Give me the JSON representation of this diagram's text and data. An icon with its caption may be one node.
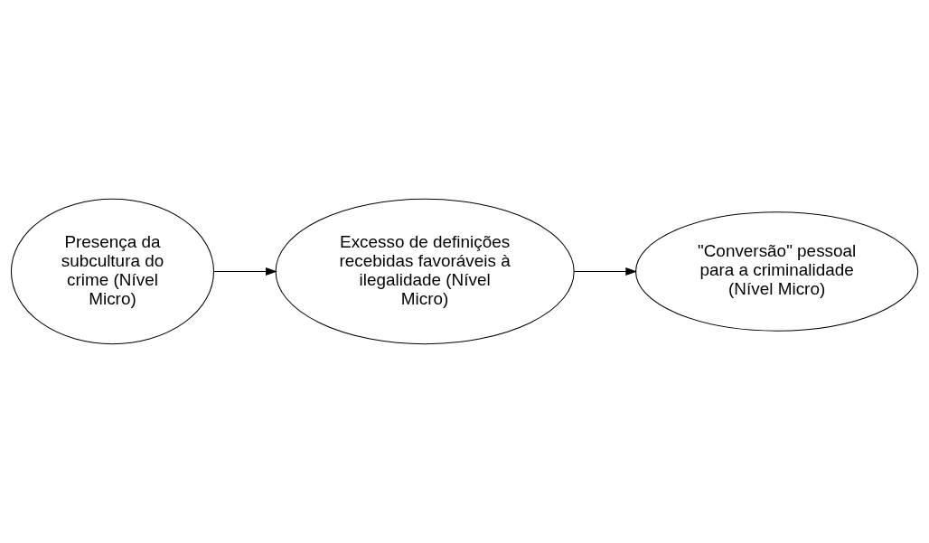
{
  "diagram": {
    "nodes": [
      {
        "text": [
          "Presença da subcultura do crime (Nível Micro)"
        ]
      },
      {
        "text": [
          "Excesso de definições recebidas favoráveis à ilegalidade (Nível Micro)"
        ]
      },
      {
        "text": [
          "\"Conversão\" pessoal para a criminalidade (Nível Micro)"
        ]
      }
    ],
    "edges": [
      {
        "from": 0,
        "to": 1,
        "arrow": "to"
      },
      {
        "from": 1,
        "to": 2,
        "arrow": "to"
      }
    ]
  }
}
